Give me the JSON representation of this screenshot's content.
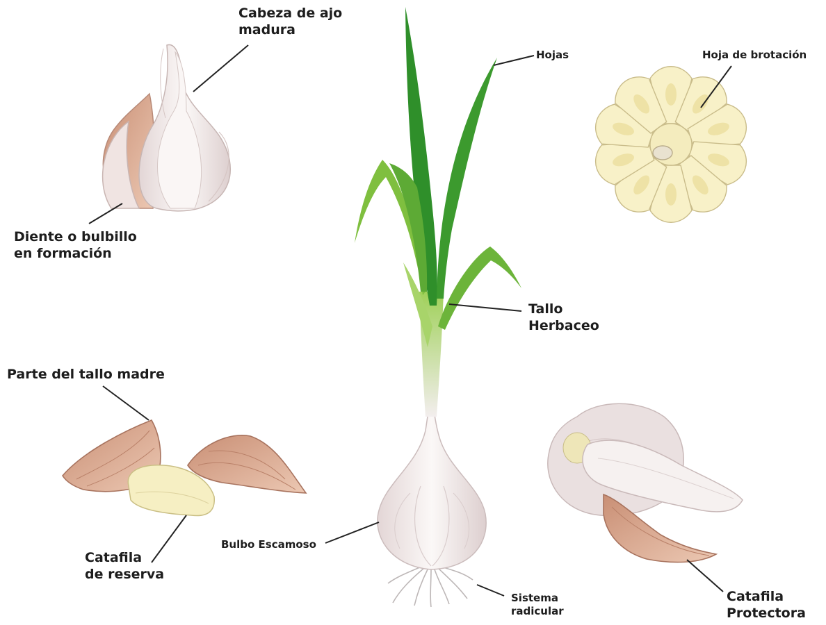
{
  "labels": {
    "cabeza": [
      "Cabeza de ajo",
      "madura"
    ],
    "hojas": "Hojas",
    "hoja_brotacion": "Hoja de brotación",
    "diente": [
      "Diente o bulbillo",
      "en formación"
    ],
    "tallo": [
      "Tallo",
      "Herbaceo"
    ],
    "parte_tallo": "Parte del tallo madre",
    "catafila_reserva": [
      "Catafila",
      "de reserva"
    ],
    "bulbo": "Bulbo Escamoso",
    "sistema": [
      "Sistema",
      "radicular"
    ],
    "catafila_protectora": [
      "Catafila",
      "Protectora"
    ]
  },
  "colors": {
    "leaf_dark": "#2e8b2a",
    "leaf_light": "#8cc63f",
    "bulb_white": "#f1eaea",
    "skin_pink": "#d4a48c",
    "clove_cream": "#f6efc3",
    "section_cream": "#f8f1c8",
    "line": "#222222"
  }
}
